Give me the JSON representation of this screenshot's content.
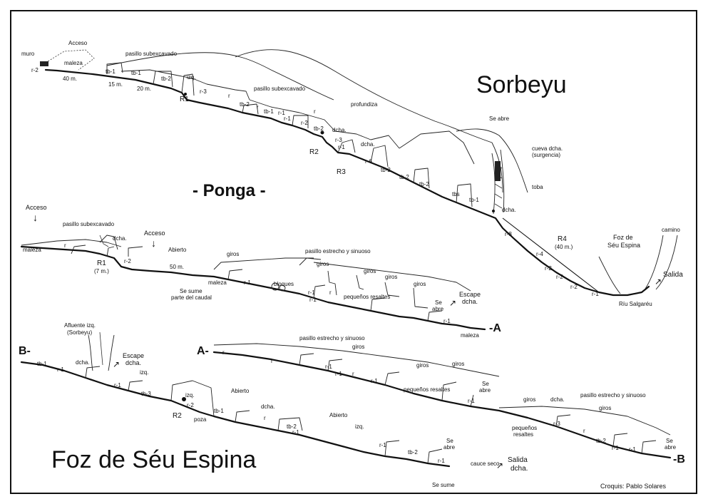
{
  "titles": {
    "sorbeyu": "Sorbeyu",
    "ponga": "- Ponga -",
    "foz": "Foz de Séu Espina"
  },
  "credit": "Croquis: Pablo Solares",
  "sorbeyu_section": {
    "muro": "muro",
    "acceso": "Acceso",
    "maleza": "maleza",
    "r2": "r-2",
    "d40": "40 m.",
    "d15": "15 m.",
    "d20": "20 m.",
    "pasillo1": "pasillo subexcavado",
    "pasillo2": "pasillo subexcavado",
    "tb1a": "tb-1",
    "tb1b": "tb-1",
    "tb2a": "tb-2",
    "izq": "izq.",
    "r3a": "r-3",
    "R1": "R1",
    "r_a": "r",
    "tb2b": "tb-2",
    "r_b": "r",
    "tb1c": "tb-1",
    "r1a": "r-1",
    "r1b": "r-1",
    "r_c": "r",
    "r2b": "r-2",
    "profundiza": "profundiza",
    "tb2c": "tb-2",
    "dcha1": "dcha.",
    "r3b": "r-3",
    "r1c": "r-1",
    "R2": "R2",
    "dcha2": "dcha.",
    "r6": "r-6",
    "R3": "R3",
    "tb2d": "tb-2",
    "tb2e": "tb-2",
    "tb2f": "tb-2",
    "tbs": "tbs",
    "tb1d": "tb-1",
    "se_abre": "Se abre",
    "cueva": "cueva dcha.",
    "surgencia": "(surgencia)",
    "toba": "toba",
    "dcha3": "dcha.",
    "r8": "r-8",
    "R4": "R4",
    "R4len": "(40 m.)",
    "r4": "r-4",
    "r2c": "r-2",
    "r2d": "r-2",
    "r2e": "r-2",
    "r1d": "r-1",
    "foz_de": "Foz de",
    "seu_espina": "Séu Espina",
    "camino": "camino",
    "salida": "Salida",
    "riu": "Ríu Salgaréu"
  },
  "ponga_section": {
    "acceso1": "Acceso",
    "pasillo": "pasillo subexcavado",
    "maleza1": "maleza",
    "r_a": "r",
    "dcha": "dcha.",
    "acceso2": "Acceso",
    "abierto": "Abierto",
    "R1": "R1",
    "R1len": "(7 m.)",
    "r2": "r-2",
    "d50": "50 m.",
    "giros1": "giros",
    "pasillo_estrecho": "pasillo estrecho y sinuoso",
    "giros2": "giros",
    "giros3": "giros",
    "giros4": "giros",
    "giros5": "giros",
    "maleza2": "maleza",
    "r1a": "r-1",
    "se_sume": "Se sume",
    "parte_caudal": "parte del caudal",
    "bloques": "bloques",
    "r1b": "r-1",
    "r_b": "r",
    "r1c": "r-1",
    "pequenos": "pequeños resaltes",
    "se_abre": "Se",
    "se_abre2": "abre",
    "escape": "Escape",
    "escape_dcha": "dcha.",
    "r1d": "r-1",
    "maleza3": "maleza",
    "endA": "-A"
  },
  "foz_section": {
    "afluente": "Afluente izq.",
    "afluente2": "(Sorbeyu)",
    "B": "B-",
    "tb1a": "tb-1",
    "r1a": "r-1",
    "dcha1": "dcha.",
    "escape": "Escape",
    "escape2": "dcha.",
    "izq1": "izq.",
    "r1b": "r-1",
    "tb3": "tb-3",
    "izq2": "izq.",
    "r2": "r-2",
    "R2": "R2",
    "poza": "poza",
    "tb1b": "tb-1",
    "abierto1": "Abierto",
    "dcha2": "dcha.",
    "r_a": "r",
    "tb2a": "tb-2",
    "r1c": "r-1",
    "abierto2": "Abierto",
    "izq3": "izq.",
    "r1d": "r-1",
    "tb2b": "tb-2",
    "se_abre1": "Se",
    "se_abre1b": "abre",
    "r1e": "r-1",
    "se_sume": "Se sume",
    "cauce": "cauce seco",
    "salida": "Salida",
    "salida2": "dcha.",
    "A": "A-",
    "pasillo2": "pasillo estrecho y sinuoso",
    "giros1": "giros",
    "r_b": "r",
    "r_c": "r",
    "r1f": "r-1",
    "r1g": "r-1",
    "r_d": "r",
    "r1h": "r-1",
    "pequenos1": "pequeños resaltes",
    "giros2": "giros",
    "giros3": "giros",
    "se_abre2": "Se",
    "se_abre2b": "abre",
    "r1i": "r-1",
    "giros4": "giros",
    "dcha3": "dcha.",
    "pasillo3": "pasillo estrecho y sinuoso",
    "giros5": "giros",
    "pequenos2": "pequeños",
    "pequenos2b": "resaltes",
    "r3": "r-3",
    "r_e": "r",
    "tb2c": "tb-2",
    "r1j": "r-1",
    "r1k": "r-1",
    "se_abre3": "Se",
    "se_abre3b": "abre",
    "endB": "-B"
  }
}
